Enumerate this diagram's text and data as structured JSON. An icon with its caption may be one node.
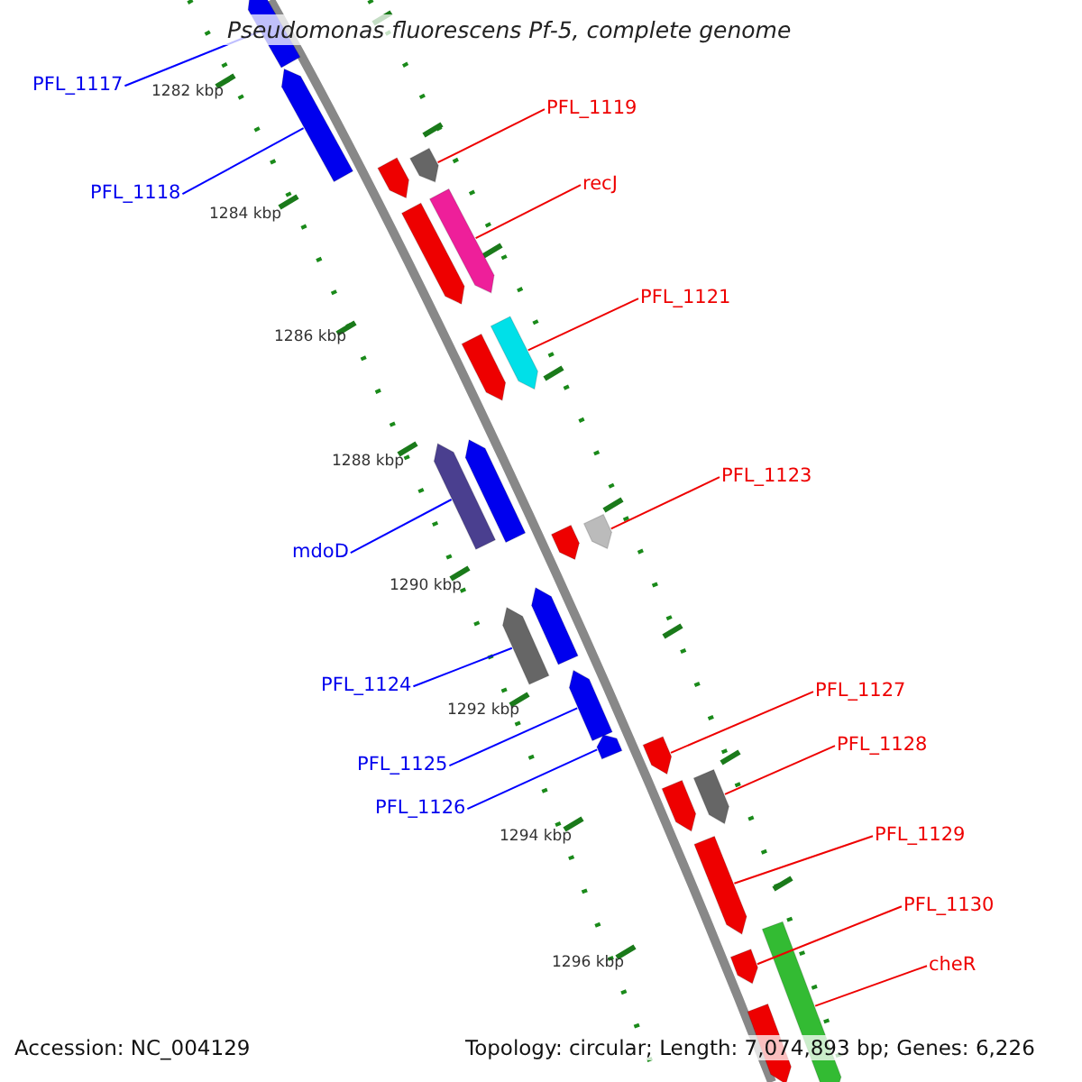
{
  "diagram": {
    "title": "Pseudomonas fluorescens Pf-5, complete genome",
    "nodes": [
      {
        "text": [
          "PFL_1117"
        ]
      },
      {
        "text": [
          "PFL_1118"
        ]
      },
      {
        "text": [
          "PFL_1119"
        ]
      },
      {
        "text": [
          "recJ"
        ]
      },
      {
        "text": [
          "PFL_1121"
        ]
      },
      {
        "text": [
          "PFL_1123"
        ]
      },
      {
        "text": [
          "mdoD"
        ]
      },
      {
        "text": [
          "PFL_1124"
        ]
      },
      {
        "text": [
          "PFL_1125"
        ]
      },
      {
        "text": [
          "PFL_1126"
        ]
      },
      {
        "text": [
          "PFL_1127"
        ]
      },
      {
        "text": [
          "PFL_1128"
        ]
      },
      {
        "text": [
          "PFL_1129"
        ]
      },
      {
        "text": [
          "PFL_1130"
        ]
      },
      {
        "text": [
          "cheR"
        ]
      },
      {
        "text": [],
        "shape": "arrow"
      },
      {
        "text": [],
        "shape": "arrow"
      },
      {
        "text": [],
        "shape": "arrow"
      },
      {
        "text": [],
        "shape": "arrow"
      },
      {
        "text": [],
        "shape": "arrow"
      },
      {
        "text": [],
        "shape": "arrow"
      },
      {
        "text": [],
        "shape": "arrow"
      },
      {
        "text": [],
        "shape": "arrow"
      },
      {
        "text": [],
        "shape": "arrow"
      },
      {
        "text": [],
        "shape": "arrow"
      },
      {
        "text": [],
        "shape": "arrow"
      },
      {
        "text": [],
        "shape": "arrow"
      },
      {
        "text": [],
        "shape": "arrow"
      },
      {
        "text": [],
        "shape": "arrow"
      },
      {
        "text": [],
        "shape": "arrow"
      },
      {
        "text": [],
        "shape": "arrow"
      },
      {
        "text": [],
        "shape": "arrow"
      },
      {
        "text": [],
        "shape": "arrow"
      },
      {
        "text": [],
        "shape": "arrow"
      },
      {
        "text": [],
        "shape": "arrow"
      },
      {
        "text": [],
        "shape": "arrow"
      },
      {
        "text": [],
        "shape": "arrow"
      },
      {
        "text": [],
        "shape": "arrow"
      }
    ],
    "edges": [
      {
        "from": 0,
        "to": 15,
        "arrow": "none",
        "color": "#0000ff"
      },
      {
        "from": 1,
        "to": 16,
        "arrow": "none",
        "color": "#0000ff"
      },
      {
        "from": 2,
        "to": 18,
        "arrow": "none"
      },
      {
        "from": 3,
        "to": 20,
        "arrow": "none"
      },
      {
        "from": 4,
        "to": 22,
        "arrow": "none"
      },
      {
        "from": 5,
        "to": 24,
        "arrow": "none"
      },
      {
        "from": 6,
        "to": 25,
        "arrow": "none",
        "color": "#0000ff"
      },
      {
        "from": 7,
        "to": 27,
        "arrow": "none",
        "color": "#0000ff"
      },
      {
        "from": 8,
        "to": 29,
        "arrow": "none",
        "color": "#0000ff"
      },
      {
        "from": 9,
        "to": 30,
        "arrow": "none",
        "color": "#0000ff"
      },
      {
        "from": 10,
        "to": 31,
        "arrow": "none"
      },
      {
        "from": 11,
        "to": 33,
        "arrow": "none"
      },
      {
        "from": 12,
        "to": 34,
        "arrow": "none"
      },
      {
        "from": 13,
        "to": 35,
        "arrow": "none"
      },
      {
        "from": 14,
        "to": 37,
        "arrow": "none"
      }
    ],
    "labels": [
      "1282 kbp",
      "1284 kbp",
      "1286 kbp",
      "1288 kbp",
      "1290 kbp",
      "1292 kbp",
      "1294 kbp",
      "1296 kbp",
      "Accession: NC_004129",
      "Topology: circular; Length: 7,074,893 bp; Genes: 6,226"
    ]
  }
}
